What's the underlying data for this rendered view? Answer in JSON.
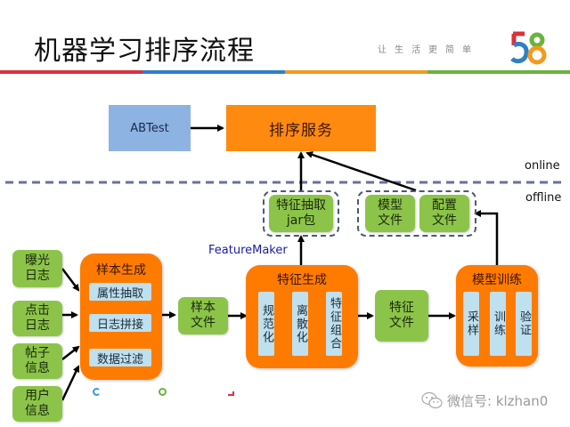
{
  "header": {
    "title": "机器学习排序流程",
    "slogan": "让生活更简单",
    "logo_text": "58",
    "stripe_colors": [
      "#d8323e",
      "#2f7fc4",
      "#f39a1e",
      "#6ab33c"
    ]
  },
  "online": {
    "abtest": "ABTest",
    "rank_service": "排序服务",
    "label_online": "online",
    "label_offline": "offline"
  },
  "model_group": {
    "feature_jar": "特征抽取jar包",
    "model_file": "模型文件",
    "config_file": "配置文件"
  },
  "featuremaker_label": "FeatureMaker",
  "inputs": [
    "曝光日志",
    "点击日志",
    "帖子信息",
    "用户信息"
  ],
  "sample_gen": {
    "title": "样本生成",
    "steps": [
      "属性抽取",
      "日志拼接",
      "数据过滤"
    ]
  },
  "sample_file": "样本文件",
  "feature_gen": {
    "title": "特征生成",
    "steps": [
      "规范化",
      "离散化",
      "特征组合"
    ]
  },
  "feature_file": "特征文件",
  "model_train": {
    "title": "模型训练",
    "steps": [
      "采样",
      "训练",
      "验证"
    ]
  },
  "watermark": {
    "text": "微信号: klzhan0"
  },
  "colors": {
    "green": "#8cc44a",
    "orange": "#ff7b00",
    "blue_box": "#8db3e2",
    "light_blue": "#bfe0ee",
    "dash": "#4b5a72",
    "featuremaker": "#1a1aaa"
  }
}
